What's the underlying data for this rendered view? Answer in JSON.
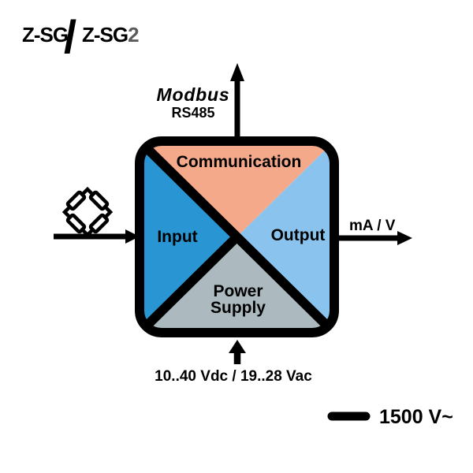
{
  "title": {
    "model_1": "Z-SG",
    "separator": "/",
    "model_2": "Z-SG",
    "model_2_suffix": "2"
  },
  "colors": {
    "input_quadrant": "#2996D3",
    "communication_quadrant": "#F4A98B",
    "output_quadrant": "#8AC4EE",
    "power_quadrant": "#ACBAC0",
    "modbus_text": "#1A2B49",
    "model_suffix_gray": "#5B5B5B",
    "outline": "#000000"
  },
  "diagram": {
    "quadrants": {
      "communication": {
        "label": "Communication"
      },
      "input": {
        "label": "Input"
      },
      "output": {
        "label": "Output"
      },
      "power": {
        "line1": "Power",
        "line2": "Supply"
      }
    },
    "top_port": {
      "protocol": "Modbus",
      "bus": "RS485"
    },
    "left_port": {
      "icon": "wheatstone-bridge-icon"
    },
    "right_port": {
      "label": "mA / V"
    },
    "bottom_port": {
      "label": "10..40 Vdc / 19..28 Vac"
    },
    "isolation": {
      "label": "1500 V~",
      "icon": "thick-dash-icon"
    }
  }
}
